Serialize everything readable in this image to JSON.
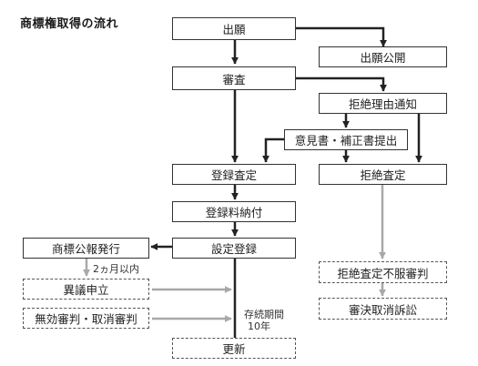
{
  "title": "商標権取得の流れ",
  "colors": {
    "solid_line": "#222222",
    "gray_line": "#a8a8a8",
    "box_border": "#333333",
    "dashed_border": "#555555"
  },
  "nodes": {
    "application": "出願",
    "publication": "出願公開",
    "examination": "審査",
    "refusal_notice": "拒絶理由通知",
    "opinion_amendment": "意見書・補正書提出",
    "registration_decision": "登録査定",
    "refusal_decision": "拒絶査定",
    "registration_fee": "登録料納付",
    "registration": "設定登録",
    "gazette": "商標公報発行",
    "opposition": "異議申立",
    "invalidation_cancellation": "無効審判・取消審判",
    "renewal": "更新",
    "refusal_appeal": "拒絶査定不服審判",
    "lawsuit": "審決取消訴訟"
  },
  "notes": {
    "within_two_months": "2ヵ月以内",
    "term_line1": "存続期間",
    "term_line2": "10年"
  }
}
